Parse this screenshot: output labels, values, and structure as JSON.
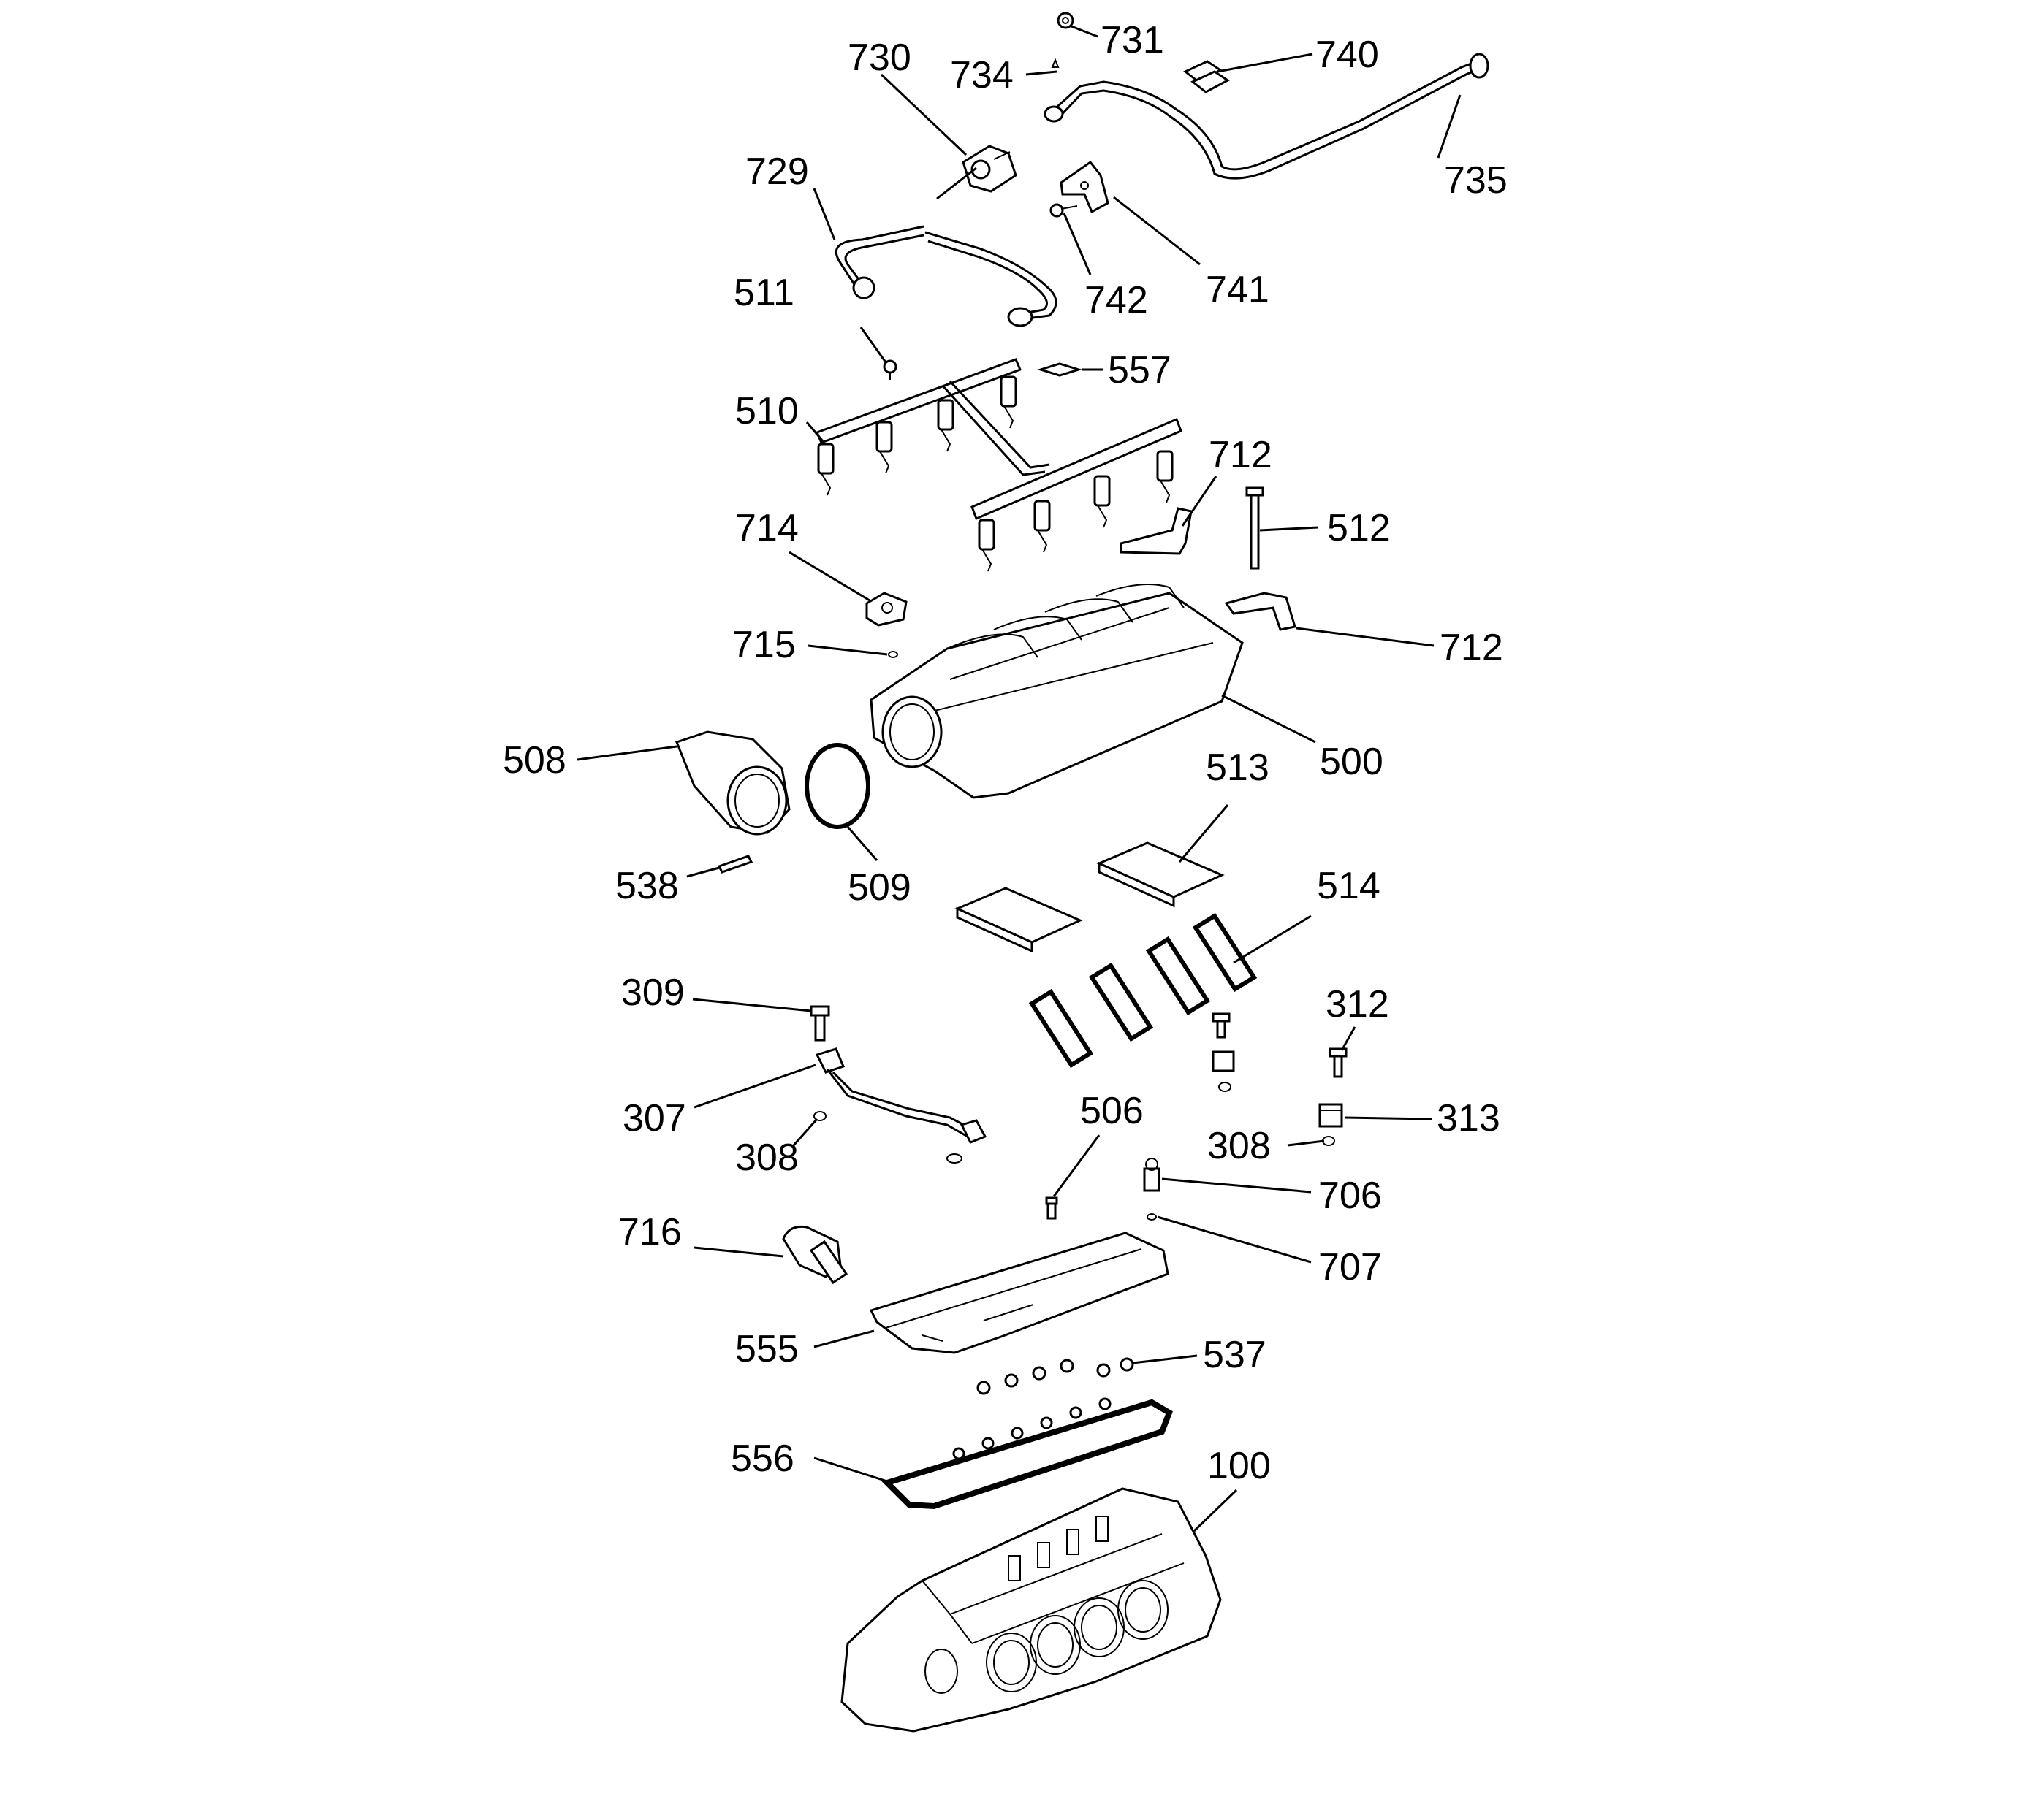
{
  "diagram": {
    "callouts": [
      {
        "id": "731",
        "label": "731"
      },
      {
        "id": "730",
        "label": "730"
      },
      {
        "id": "734",
        "label": "734"
      },
      {
        "id": "740",
        "label": "740"
      },
      {
        "id": "735",
        "label": "735"
      },
      {
        "id": "729",
        "label": "729"
      },
      {
        "id": "742",
        "label": "742"
      },
      {
        "id": "741",
        "label": "741"
      },
      {
        "id": "511",
        "label": "511"
      },
      {
        "id": "557",
        "label": "557"
      },
      {
        "id": "510",
        "label": "510"
      },
      {
        "id": "712a",
        "label": "712"
      },
      {
        "id": "512",
        "label": "512"
      },
      {
        "id": "714",
        "label": "714"
      },
      {
        "id": "712b",
        "label": "712"
      },
      {
        "id": "715",
        "label": "715"
      },
      {
        "id": "508",
        "label": "508"
      },
      {
        "id": "500",
        "label": "500"
      },
      {
        "id": "513",
        "label": "513"
      },
      {
        "id": "538",
        "label": "538"
      },
      {
        "id": "509",
        "label": "509"
      },
      {
        "id": "514",
        "label": "514"
      },
      {
        "id": "309",
        "label": "309"
      },
      {
        "id": "312",
        "label": "312"
      },
      {
        "id": "307",
        "label": "307"
      },
      {
        "id": "313",
        "label": "313"
      },
      {
        "id": "506",
        "label": "506"
      },
      {
        "id": "308a",
        "label": "308"
      },
      {
        "id": "308b",
        "label": "308"
      },
      {
        "id": "706",
        "label": "706"
      },
      {
        "id": "716",
        "label": "716"
      },
      {
        "id": "707",
        "label": "707"
      },
      {
        "id": "555",
        "label": "555"
      },
      {
        "id": "537",
        "label": "537"
      },
      {
        "id": "556",
        "label": "556"
      },
      {
        "id": "100",
        "label": "100"
      }
    ]
  }
}
